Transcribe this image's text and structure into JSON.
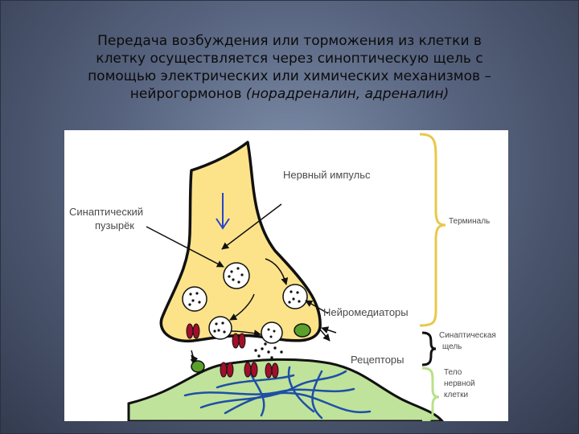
{
  "slide": {
    "title_line1": "Передача возбуждения или торможения из клетки в",
    "title_line2": "клетку осуществляется через синоптическую щель с",
    "title_line3": "помощью  электрических или химических механизмов –",
    "title_line4_normal": "нейрогормонов ",
    "title_line4_italic": "(норадреналин, адреналин)"
  },
  "diagram": {
    "label_impulse": "Нервный импульс",
    "label_vesicle_1": "Синаптический",
    "label_vesicle_2": "пузырёк",
    "label_mediators": "Нейромедиаторы",
    "label_receptors": "Рецепторы",
    "label_terminal": "Терминаль",
    "label_cleft_1": "Синаптическая",
    "label_cleft_2": "щель",
    "label_body_1": "Тело",
    "label_body_2": "нервной",
    "label_body_3": "клетки",
    "colors": {
      "terminal_fill": "#fce38a",
      "cell_fill": "#bfe39a",
      "outline": "#111111",
      "brace_yellow": "#e8c84a",
      "brace_black": "#111111",
      "brace_green": "#b8e08a",
      "receptor": "#a0102a",
      "mediator_green": "#5aa02c",
      "fibers": "#1e4fa8",
      "arrow_blue": "#2a44c8"
    }
  }
}
